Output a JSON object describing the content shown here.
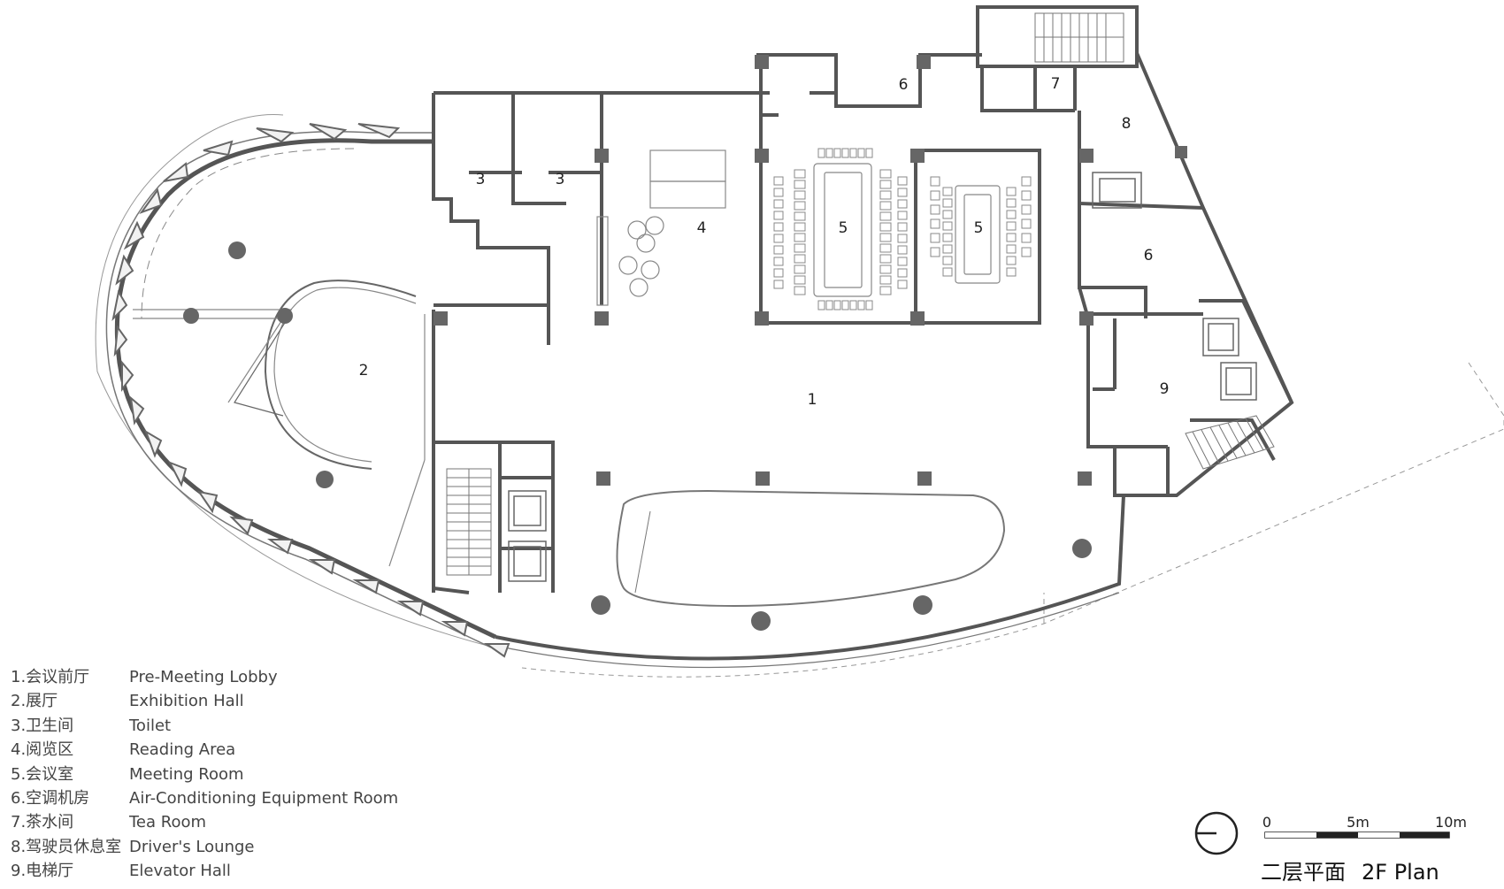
{
  "rooms": [
    {
      "id": "1",
      "label": "1"
    },
    {
      "id": "2",
      "label": "2"
    },
    {
      "id": "3a",
      "label": "3"
    },
    {
      "id": "3b",
      "label": "3"
    },
    {
      "id": "4",
      "label": "4"
    },
    {
      "id": "5a",
      "label": "5"
    },
    {
      "id": "5b",
      "label": "5"
    },
    {
      "id": "6a",
      "label": "6"
    },
    {
      "id": "6b",
      "label": "6"
    },
    {
      "id": "7",
      "label": "7"
    },
    {
      "id": "8",
      "label": "8"
    },
    {
      "id": "9",
      "label": "9"
    }
  ],
  "legend": [
    {
      "num": "1.会议前厅",
      "en": "Pre-Meeting Lobby"
    },
    {
      "num": "2.展厅",
      "en": "Exhibition Hall"
    },
    {
      "num": "3.卫生间",
      "en": "Toilet"
    },
    {
      "num": "4.阅览区",
      "en": "Reading Area"
    },
    {
      "num": "5.会议室",
      "en": "Meeting Room"
    },
    {
      "num": "6.空调机房",
      "en": "Air-Conditioning Equipment Room"
    },
    {
      "num": "7.茶水间",
      "en": "Tea Room"
    },
    {
      "num": "8.驾驶员休息室",
      "en": "Driver's Lounge"
    },
    {
      "num": "9.电梯厅",
      "en": "Elevator Hall"
    }
  ],
  "scale_bar": {
    "labels": [
      "0",
      "5m",
      "10m"
    ]
  },
  "title": {
    "cn": "二层平面",
    "en": "2F Plan"
  },
  "colors": {
    "wall": "#555555",
    "column": "#666666",
    "line": "#888888",
    "furniture": "#999999"
  }
}
